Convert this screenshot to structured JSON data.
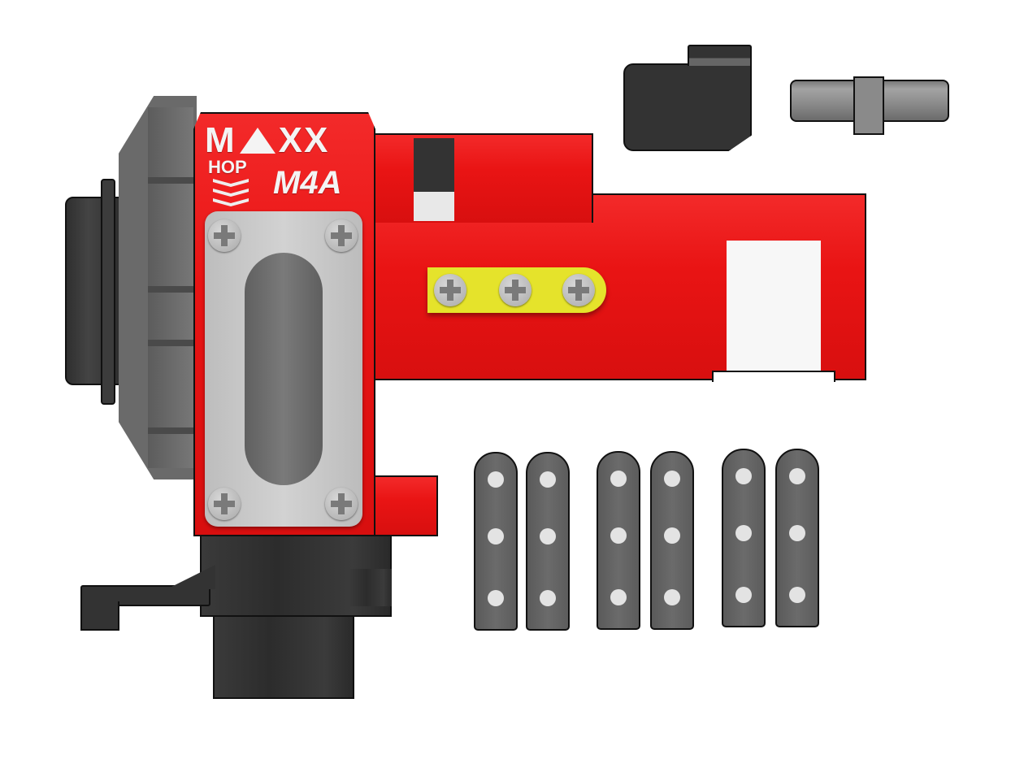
{
  "product": {
    "brand": "MAXX",
    "brand_sub": "HOP",
    "model": "M4A",
    "brand_letters": [
      "M",
      "X",
      "X"
    ]
  },
  "colors": {
    "housing_red": "#e91414",
    "plate_silver": "#c4c4c4",
    "rubber_dark": "#2f2f2f",
    "arm_yellow": "#e5e32b",
    "shim_gray": "#626262"
  },
  "parts": {
    "main_housing": "hop-up-housing",
    "front_plate": "window-plate",
    "adjuster_arm": "yellow-adjuster-arm",
    "accessory_block": "dark-spacer-block",
    "accessory_pin": "gray-pin",
    "shims_count": 6
  }
}
